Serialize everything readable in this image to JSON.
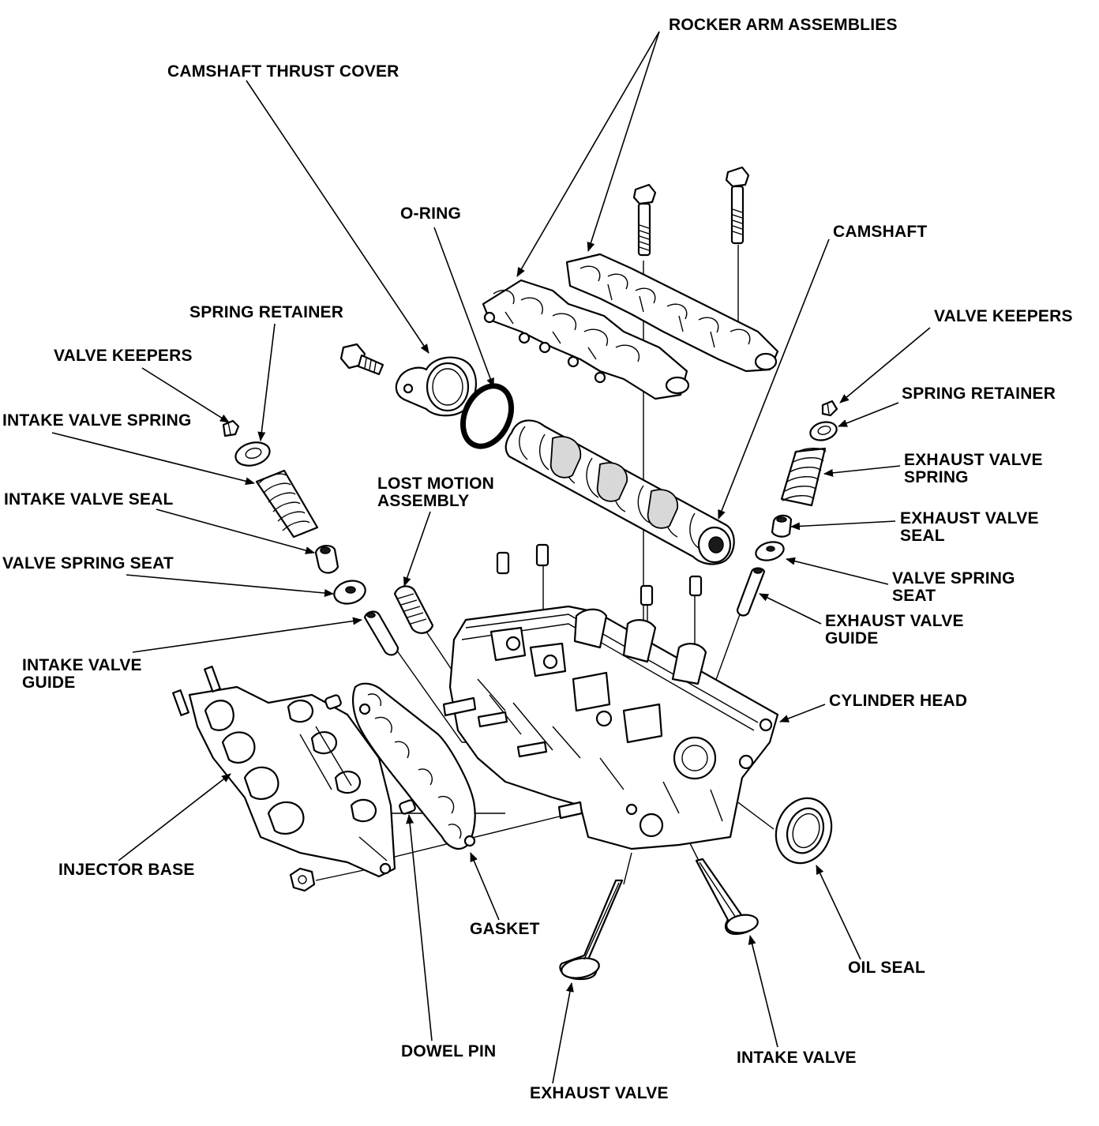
{
  "labels": {
    "rocker_arm_assemblies": "ROCKER ARM ASSEMBLIES",
    "camshaft_thrust_cover": "CAMSHAFT THRUST COVER",
    "o_ring": "O-RING",
    "camshaft": "CAMSHAFT",
    "spring_retainer_left": "SPRING RETAINER",
    "valve_keepers_left": "VALVE KEEPERS",
    "intake_valve_spring": "INTAKE VALVE SPRING",
    "intake_valve_seal": "INTAKE VALVE SEAL",
    "valve_spring_seat_left": "VALVE SPRING SEAT",
    "intake_valve_guide_line1": "INTAKE VALVE",
    "intake_valve_guide_line2": "GUIDE",
    "lost_motion_line1": "LOST MOTION",
    "lost_motion_line2": "ASSEMBLY",
    "valve_keepers_right": "VALVE KEEPERS",
    "spring_retainer_right": "SPRING RETAINER",
    "exhaust_valve_spring_line1": "EXHAUST VALVE",
    "exhaust_valve_spring_line2": "SPRING",
    "exhaust_valve_seal_line1": "EXHAUST VALVE",
    "exhaust_valve_seal_line2": "SEAL",
    "valve_spring_seat_right_line1": "VALVE SPRING",
    "valve_spring_seat_right_line2": "SEAT",
    "exhaust_valve_guide_line1": "EXHAUST VALVE",
    "exhaust_valve_guide_line2": "GUIDE",
    "cylinder_head": "CYLINDER HEAD",
    "injector_base": "INJECTOR BASE",
    "gasket": "GASKET",
    "oil_seal": "OIL SEAL",
    "dowel_pin": "DOWEL PIN",
    "intake_valve": "INTAKE VALVE",
    "exhaust_valve": "EXHAUST VALVE"
  },
  "colors": {
    "ink": "#000000",
    "paper": "#ffffff"
  }
}
